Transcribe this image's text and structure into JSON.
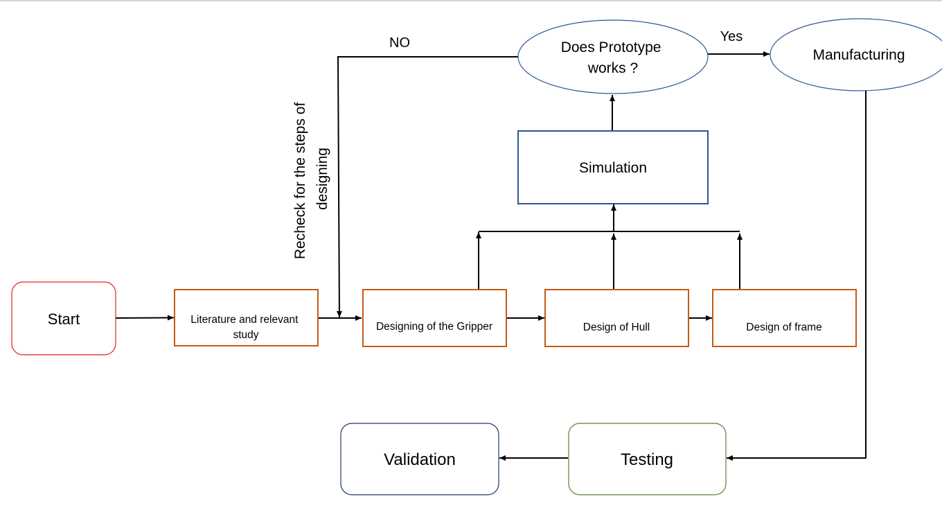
{
  "diagram": {
    "nodes": {
      "start": "Start",
      "literature": [
        "Literature and relevant",
        "study"
      ],
      "gripper": "Designing of the Gripper",
      "hull": "Design of Hull",
      "frame": "Design of frame",
      "simulation": "Simulation",
      "decision": [
        "Does Prototype",
        "works ?"
      ],
      "manufacturing": "Manufacturing",
      "testing": "Testing",
      "validation": "Validation"
    },
    "edge_labels": {
      "yes": "Yes",
      "no": "NO",
      "recheck": [
        "Recheck for the steps of",
        "designing"
      ]
    },
    "colors": {
      "start_border": "#e02020",
      "design_border": "#c55a11",
      "blue_border": "#2f5597",
      "testing_border": "#548235",
      "validation_border": "#1f3864",
      "line": "#000000",
      "text": "#000000"
    }
  }
}
